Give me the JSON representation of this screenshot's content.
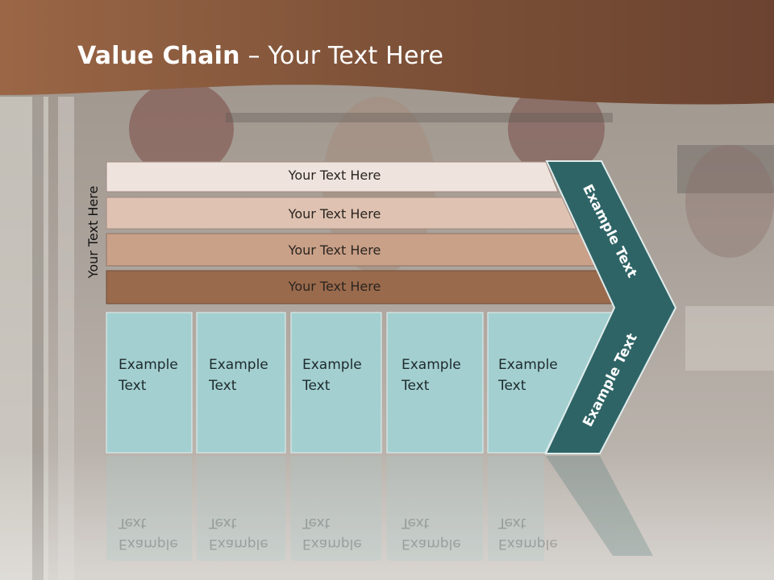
{
  "slide": {
    "title_bold": "Value Chain",
    "title_rest": " – Your Text Here",
    "side_label": "Your Text Here"
  },
  "bands": [
    {
      "label": "Your Text Here",
      "color": "#efe3dd"
    },
    {
      "label": "Your Text Here",
      "color": "#dfc2b1"
    },
    {
      "label": "Your Text Here",
      "color": "#c9a088"
    },
    {
      "label": "Your Text Here",
      "color": "#9a6a4c"
    }
  ],
  "boxes": [
    {
      "line1": "Example",
      "line2": "Text"
    },
    {
      "line1": "Example",
      "line2": "Text"
    },
    {
      "line1": "Example",
      "line2": "Text"
    },
    {
      "line1": "Example",
      "line2": "Text"
    },
    {
      "line1": "Example",
      "line2": "Text"
    }
  ],
  "chevron": {
    "upper_label": "Example Text",
    "lower_label": "Example Text",
    "color": "#2f6466"
  },
  "colors": {
    "header": "#8a5a3e",
    "box_fill": "#a3cfd0"
  }
}
